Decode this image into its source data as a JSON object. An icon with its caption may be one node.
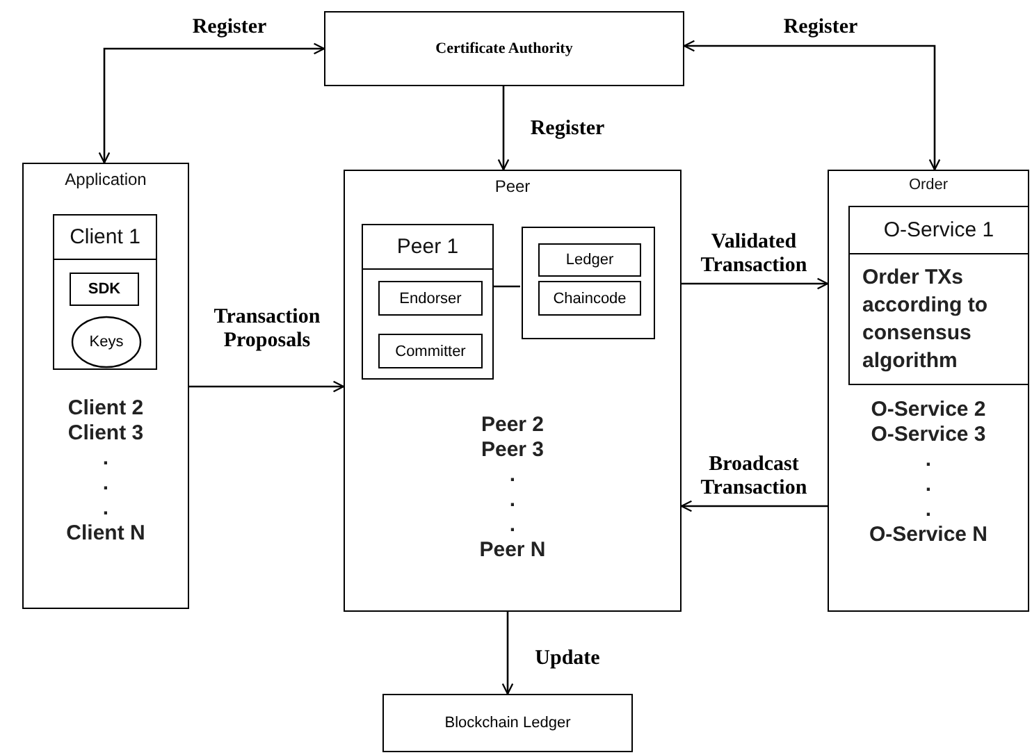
{
  "diagram": {
    "nodes": [
      {
        "text": [
          "Certificate Authority"
        ]
      },
      {
        "text": [
          "Application",
          "Client 2",
          "Client 3",
          ".",
          ".",
          ".",
          "Client N"
        ]
      },
      {
        "text": [
          "Client 1"
        ],
        "in": 1
      },
      {
        "text": [
          "SDK"
        ],
        "in": 2
      },
      {
        "text": [
          "Keys"
        ],
        "in": 2
      },
      {
        "text": [
          "Peer",
          "Peer 2",
          "Peer 3",
          ".",
          ".",
          ".",
          "Peer N"
        ]
      },
      {
        "text": [
          "Peer 1"
        ],
        "in": 5
      },
      {
        "text": [
          "Endorser"
        ],
        "in": 6
      },
      {
        "text": [
          "Committer"
        ],
        "in": 6
      },
      {
        "text": [],
        "shape": "box",
        "in": 5
      },
      {
        "text": [
          "Ledger"
        ],
        "in": 9
      },
      {
        "text": [
          "Chaincode"
        ],
        "in": 9
      },
      {
        "text": [
          "Order",
          "O-Service 2",
          "O-Service 3",
          ".",
          ".",
          ".",
          "O-Service N"
        ]
      },
      {
        "text": [
          "O-Service 1",
          "Order TXs according to consensus algorithm"
        ],
        "in": 12
      },
      {
        "text": [
          "Blockchain Ledger"
        ]
      }
    ],
    "edges": [
      {
        "from": 0,
        "to": 1,
        "arrow": "both",
        "label": "Register"
      },
      {
        "from": 0,
        "to": 5,
        "arrow": "to",
        "label": "Register"
      },
      {
        "from": 0,
        "to": 12,
        "arrow": "both",
        "label": "Register"
      },
      {
        "from": 1,
        "to": 5,
        "arrow": "to",
        "label": "Transaction Proposals"
      },
      {
        "from": 5,
        "to": 12,
        "arrow": "to",
        "label": "Validated Transaction"
      },
      {
        "from": 12,
        "to": 5,
        "arrow": "to",
        "label": "Broadcast Transaction"
      },
      {
        "from": 5,
        "to": 14,
        "arrow": "to",
        "label": "Update"
      },
      {
        "from": 6,
        "to": 9,
        "arrow": "none"
      }
    ]
  }
}
